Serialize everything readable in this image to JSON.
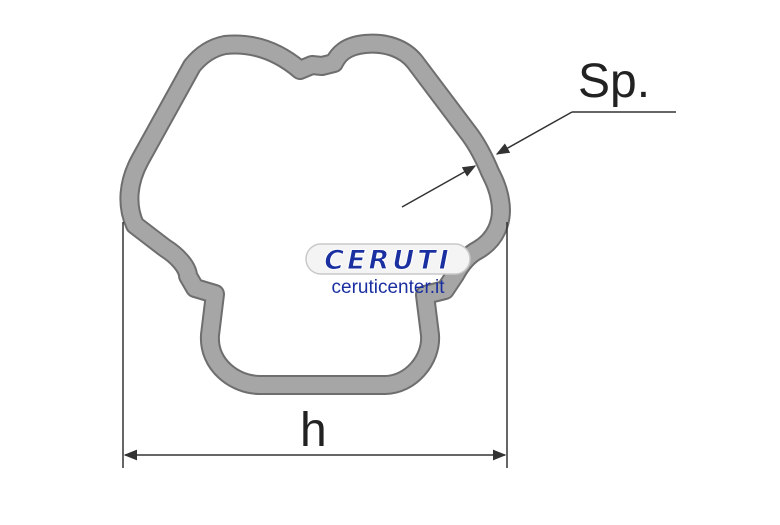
{
  "diagram": {
    "label_thickness": "Sp.",
    "label_width": "h"
  },
  "watermark": {
    "brand": "CERUTI",
    "site": "ceruticenter.it"
  },
  "colors": {
    "profile": "#a6a6a6",
    "outline": "#6e6e6e",
    "lines": "#333333",
    "brand_fill": "#1a2fa0"
  }
}
